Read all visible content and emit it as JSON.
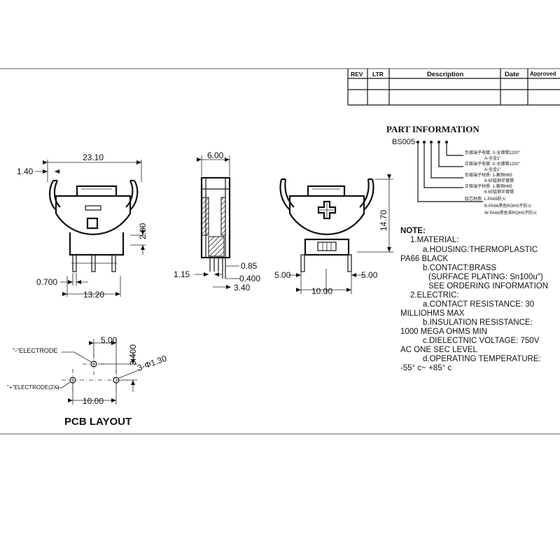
{
  "revision_table": {
    "headers": [
      "REV",
      "LTR",
      "Description",
      "Date",
      "Approved"
    ]
  },
  "part_information": {
    "title": "PART INFORMATION",
    "part_code": "BS005-",
    "options": [
      "负极端子电镀: X-全镀锡1200\"",
      "A-全金1\"",
      "正极端子电镀: X-全镀锡1200\"",
      "A-全金1\"",
      "负极端子材质: 1-黄铜H65",
      "6-65锰钢半镀锡",
      "正极端子材质: 1-黄铜H65",
      "6-65锰钢半镀锡",
      "胶芯材质: L-PA66防火",
      "B-PA66黑色ROHS不防火",
      "W-PA66黑色非ROHS不防火"
    ]
  },
  "front_view": {
    "dims": {
      "width": "23.10",
      "top_left": "1.40",
      "height": "2.80",
      "pin_width": "0.700",
      "pitch": "13.20"
    }
  },
  "side_view": {
    "dims": {
      "top": "6.00",
      "left": "1.15",
      "d1": "0.85",
      "d2": "0.400",
      "d3": "3.40"
    }
  },
  "back_view": {
    "dims": {
      "height": "14.70",
      "left": "5.00",
      "right": "5.00",
      "pitch": "10.00"
    }
  },
  "notes": {
    "title": "NOTE:",
    "lines": [
      "1.MATERIAL:",
      "a.HOUSING:THERMOPLASTIC",
      "PA66 BLACK",
      "b.CONTACT:BRASS",
      "(SURFACE PLATING: Sn100u\")",
      "SEE ORDERING INFORMATION",
      "2.ELECTRIC:",
      "a.CONTACT RESISTANCE: 30",
      "MILLIOHMS MAX",
      "b.INSULATION RESISTANCE:",
      "1000 MEGA OHMS MIN",
      "c.DIELECTNIC VOLTAGE: 750V",
      "AC ONE SEC LEVEL",
      "d.OPERATING TEMPERATURE:",
      "-55° c~ +85° c"
    ]
  },
  "pcb_layout": {
    "title": "PCB LAYOUT",
    "neg_label": "\"-\"ELECTRODE",
    "pos_label": "\"+\"ELECTRODE(2X)",
    "dims": {
      "horiz": "5.00",
      "vert": "3.400",
      "hole": "3-Φ1.30",
      "pitch": "10.00"
    }
  }
}
